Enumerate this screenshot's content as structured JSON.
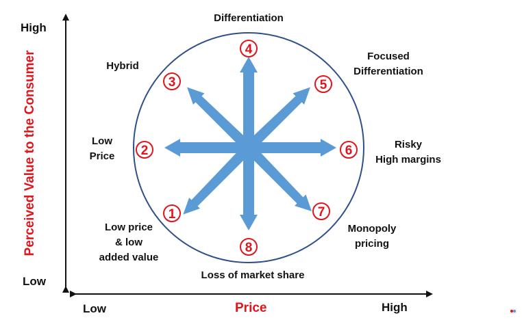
{
  "axes": {
    "y_title": "Perceived Value to the Consumer",
    "y_high": "High",
    "y_low": "Low",
    "x_title": "Price",
    "x_low": "Low",
    "x_high": "High"
  },
  "colors": {
    "accent": "#e0141b",
    "arrow": "#5b9bd5",
    "circle": "#2f4f8a",
    "axis": "#111111"
  },
  "strategies": [
    {
      "number": "1",
      "name_lines": [
        "Low price",
        "& low",
        "added value"
      ]
    },
    {
      "number": "2",
      "name_lines": [
        "Low",
        "Price"
      ]
    },
    {
      "number": "3",
      "name_lines": [
        "Hybrid"
      ]
    },
    {
      "number": "4",
      "name_lines": [
        "Differentiation"
      ]
    },
    {
      "number": "5",
      "name_lines": [
        "Focused",
        "Differentiation"
      ]
    },
    {
      "number": "6",
      "name_lines": [
        "Risky",
        "High margins"
      ]
    },
    {
      "number": "7",
      "name_lines": [
        "Monopoly",
        "pricing"
      ]
    },
    {
      "number": "8",
      "name_lines": [
        "Loss of market share"
      ]
    }
  ]
}
